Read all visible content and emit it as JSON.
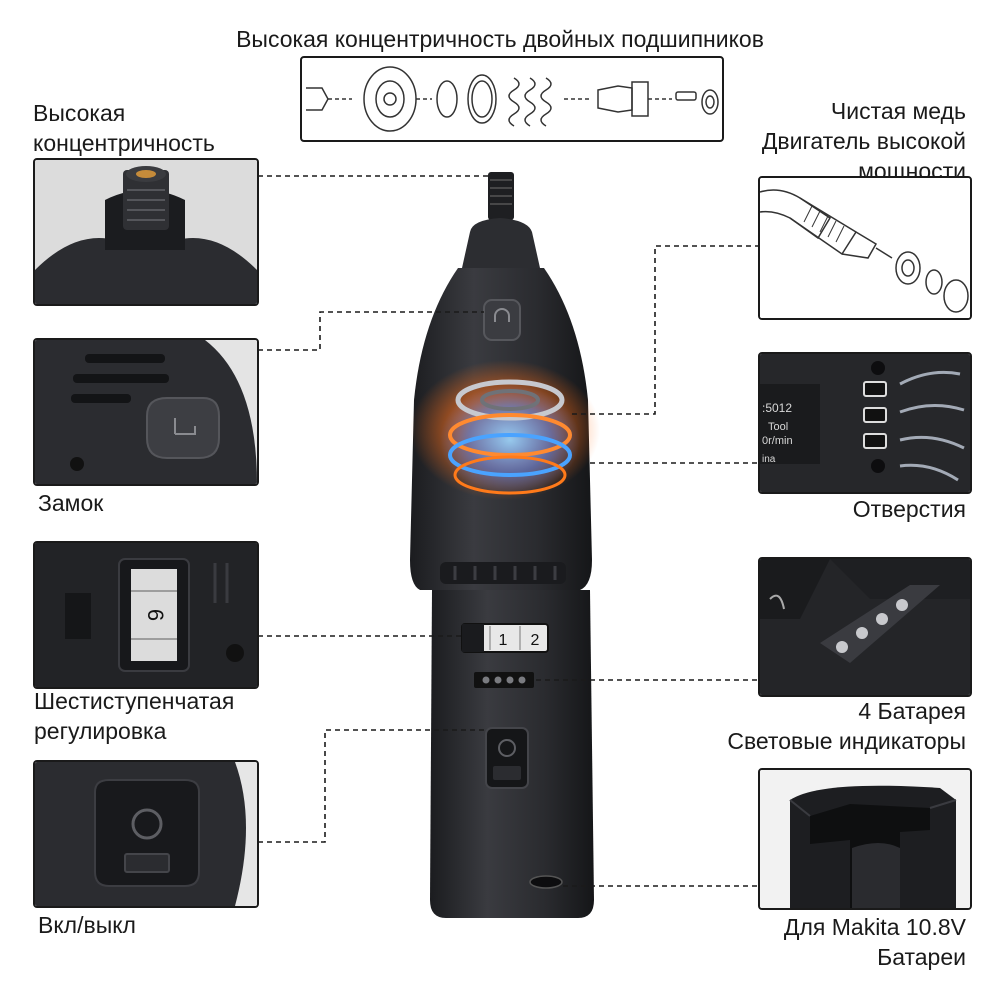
{
  "top_caption": "Высокая концентричность двойных подшипников",
  "features": {
    "concentricity": {
      "line1": "Высокая",
      "line2": "концентричность",
      "icon": "collet-chuck-icon"
    },
    "lock": {
      "label": "Замок",
      "icon": "lock-button-icon"
    },
    "speed": {
      "line1": "Шестиступенчатая",
      "line2": "регулировка",
      "dial_number": "6",
      "icon": "speed-dial-icon"
    },
    "power": {
      "label": "Вкл/выкл",
      "icon": "power-switch-icon"
    },
    "motor": {
      "line1": "Чистая медь",
      "line2": "Двигатель высокой",
      "line3": "мощности",
      "icon": "motor-drawing-icon"
    },
    "vents": {
      "label": "Отверстия",
      "icon": "vent-holes-icon",
      "plate_lines": [
        ":5012",
        "Tool",
        "0r/min",
        "ina"
      ]
    },
    "battery_indicator": {
      "line1": "4 Батарея",
      "line2": "Световые индикаторы",
      "icon": "battery-leds-icon"
    },
    "battery": {
      "line1": "Для Makita 10.8V",
      "line2": "Батареи",
      "icon": "battery-socket-icon"
    }
  },
  "tool": {
    "dial_values": [
      "1",
      "2"
    ]
  },
  "colors": {
    "body": "#2a2b2e",
    "accent_orange": "#ff7a1a",
    "accent_blue": "#2f7dff",
    "line": "#1a1a1a"
  }
}
